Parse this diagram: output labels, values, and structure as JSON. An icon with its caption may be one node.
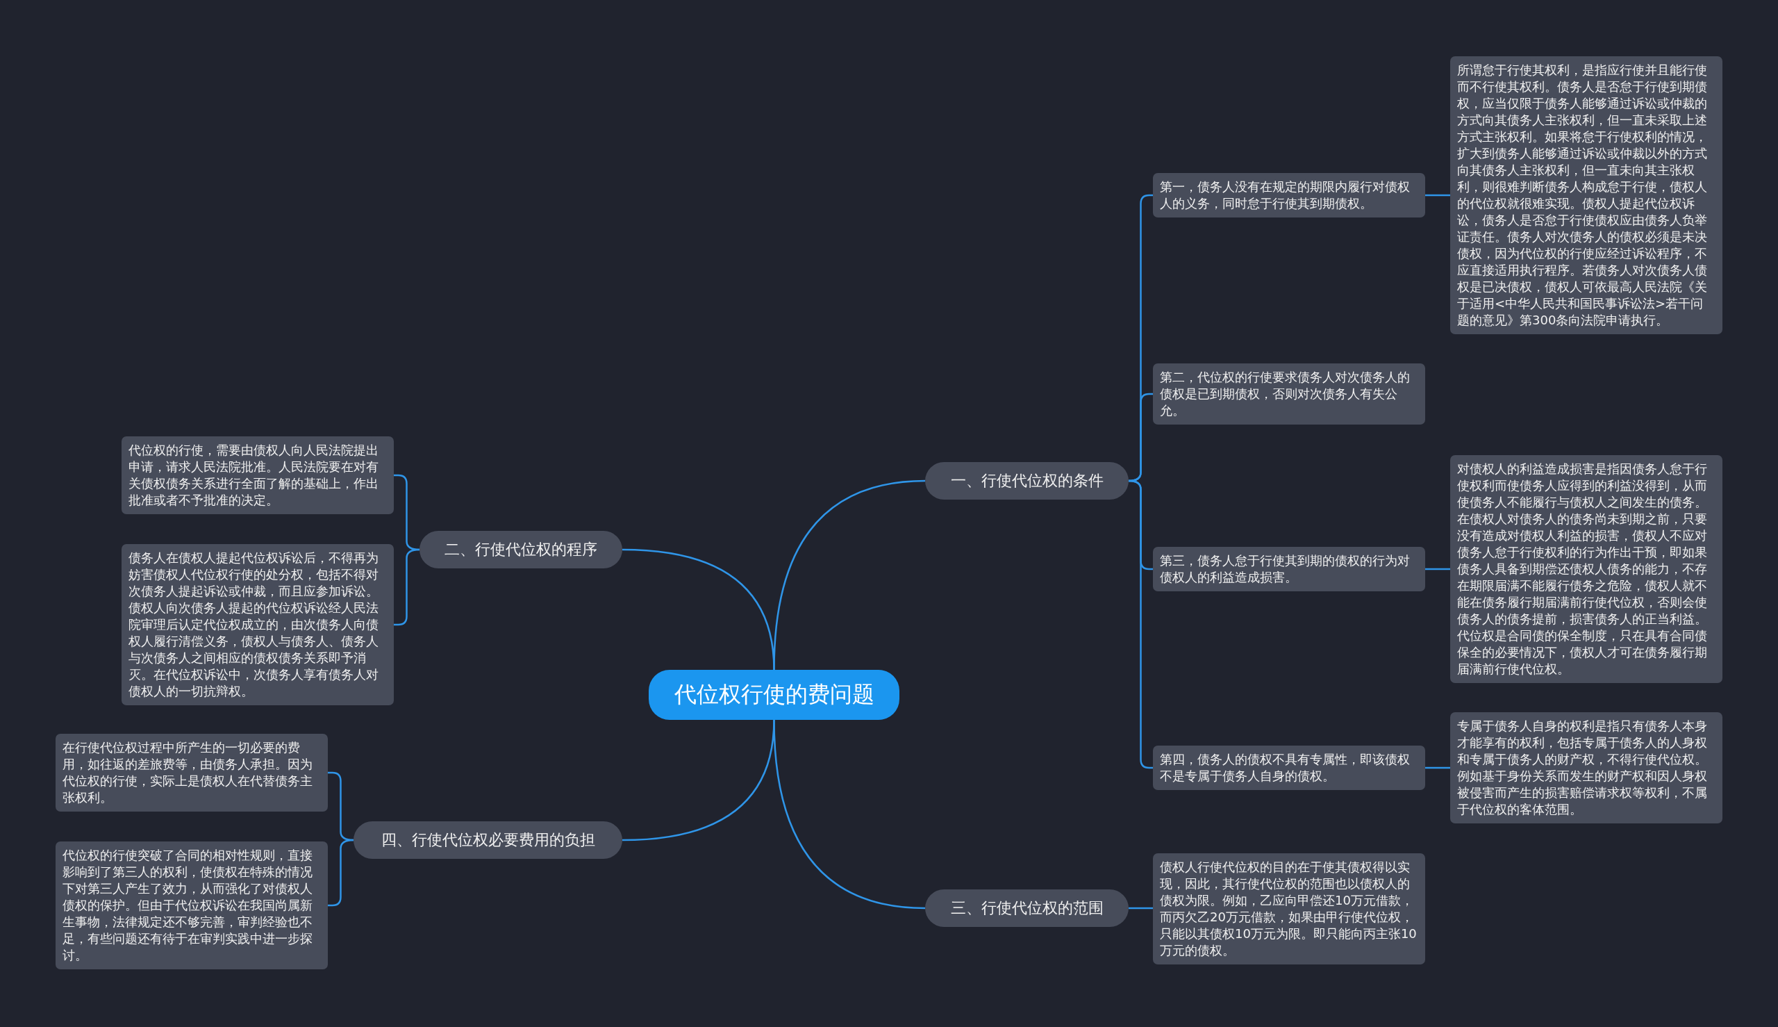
{
  "diagram": {
    "nodes": [
      {
        "text": [
          "代位权行使的费问题"
        ]
      },
      {
        "text": [
          "一、行使代位权的条件"
        ]
      },
      {
        "text": [
          "第一，债务人没有在规定的期限内履行对债权人的义务，同时怠于行使其到期债权。"
        ]
      },
      {
        "text": [
          "所谓怠于行使其权利，是指应行使并且能行使而不行使其权利。债务人是否怠于行使到期债权，应当仅限于债务人能够通过诉讼或仲裁的方式向其债务人主张权利，但一直未采取上述方式主张权利。如果将怠于行使权利的情况，扩大到债务人能够通过诉讼或仲裁以外的方式向其债务人主张权利，但一直未向其主张权利，则很难判断债务人构成怠于行使，债权人的代位权就很难实现。债权人提起代位权诉讼，债务人是否怠于行使债权应由债务人负举证责任。债务人对次债务人的债权必须是未决债权，因为代位权的行使应经过诉讼程序，不应直接适用执行程序。若债务人对次债务人债权是已决债权，债权人可依最高人民法院《关于适用<中华人民共和国民事诉讼法>若干问题的意见》第300条向法院申请执行。"
        ]
      },
      {
        "text": [
          "第二，代位权的行使要求债务人对次债务人的债权是已到期债权，否则对次债务人有失公允。"
        ]
      },
      {
        "text": [
          "第三，债务人怠于行使其到期的债权的行为对债权人的利益造成损害。"
        ]
      },
      {
        "text": [
          "对债权人的利益造成损害是指因债务人怠于行使权利而使债务人应得到的利益没得到，从而使债务人不能履行与债权人之间发生的债务。在债权人对债务人的债务尚未到期之前，只要没有造成对债权人利益的损害，债权人不应对债务人怠于行使权利的行为作出干预，即如果债务人具备到期偿还债权人债务的能力，不存在期限届满不能履行债务之危险，债权人就不能在债务履行期届满前行使代位权，否则会使债务人的债务提前，损害债务人的正当利益。代位权是合同债的保全制度，只在具有合同债保全的必要情况下，债权人才可在债务履行期届满前行使代位权。"
        ]
      },
      {
        "text": [
          "第四，债务人的债权不具有专属性，即该债权不是专属于债务人自身的债权。"
        ]
      },
      {
        "text": [
          "专属于债务人自身的权利是指只有债务人本身才能享有的权利，包括专属于债务人的人身权和专属于债务人的财产权，不得行使代位权。例如基于身份关系而发生的财产权和因人身权被侵害而产生的损害赔偿请求权等权利，不属于代位权的客体范围。"
        ]
      },
      {
        "text": [
          "二、行使代位权的程序"
        ]
      },
      {
        "text": [
          "代位权的行使，需要由债权人向人民法院提出申请，请求人民法院批准。人民法院要在对有关债权债务关系进行全面了解的基础上，作出批准或者不予批准的决定。"
        ]
      },
      {
        "text": [
          "债务人在债权人提起代位权诉讼后，不得再为妨害债权人代位权行使的处分权，包括不得对次债务人提起诉讼或仲裁，而且应参加诉讼。债权人向次债务人提起的代位权诉讼经人民法院审理后认定代位权成立的，由次债务人向债权人履行清偿义务，债权人与债务人、债务人与次债务人之间相应的债权债务关系即予消灭。在代位权诉讼中，次债务人享有债务人对债权人的一切抗辩权。"
        ]
      },
      {
        "text": [
          "三、行使代位权的范围"
        ]
      },
      {
        "text": [
          "债权人行使代位权的目的在于使其债权得以实现，因此，其行使代位权的范围也以债权人的债权为限。例如，乙应向甲偿还10万元借款，而丙欠乙20万元借款，如果由甲行使代位权，只能以其债权10万元为限。即只能向丙主张10万元的债权。"
        ]
      },
      {
        "text": [
          "四、行使代位权必要费用的负担"
        ]
      },
      {
        "text": [
          "在行使代位权过程中所产生的一切必要的费用，如往返的差旅费等，由债务人承担。因为代位权的行使，实际上是债权人在代替债务主张权利。"
        ]
      },
      {
        "text": [
          "代位权的行使突破了合同的相对性规则，直接影响到了第三人的权利，使债权在特殊的情况下对第三人产生了效力，从而强化了对债权人债权的保护。但由于代位权诉讼在我国尚属新生事物，法律规定还不够完善，审判经验也不足，有些问题还有待于在审判实践中进一步探讨。"
        ]
      }
    ],
    "edges": [
      {
        "from": 0,
        "to": 1,
        "arrow": "none"
      },
      {
        "from": 1,
        "to": 2,
        "arrow": "none"
      },
      {
        "from": 2,
        "to": 3,
        "arrow": "none"
      },
      {
        "from": 1,
        "to": 4,
        "arrow": "none"
      },
      {
        "from": 1,
        "to": 5,
        "arrow": "none"
      },
      {
        "from": 5,
        "to": 6,
        "arrow": "none"
      },
      {
        "from": 1,
        "to": 7,
        "arrow": "none"
      },
      {
        "from": 7,
        "to": 8,
        "arrow": "none"
      },
      {
        "from": 0,
        "to": 9,
        "arrow": "none"
      },
      {
        "from": 9,
        "to": 10,
        "arrow": "none"
      },
      {
        "from": 9,
        "to": 11,
        "arrow": "none"
      },
      {
        "from": 0,
        "to": 12,
        "arrow": "none"
      },
      {
        "from": 12,
        "to": 13,
        "arrow": "none"
      },
      {
        "from": 0,
        "to": 14,
        "arrow": "none"
      },
      {
        "from": 14,
        "to": 15,
        "arrow": "none"
      },
      {
        "from": 14,
        "to": 16,
        "arrow": "none"
      }
    ]
  }
}
